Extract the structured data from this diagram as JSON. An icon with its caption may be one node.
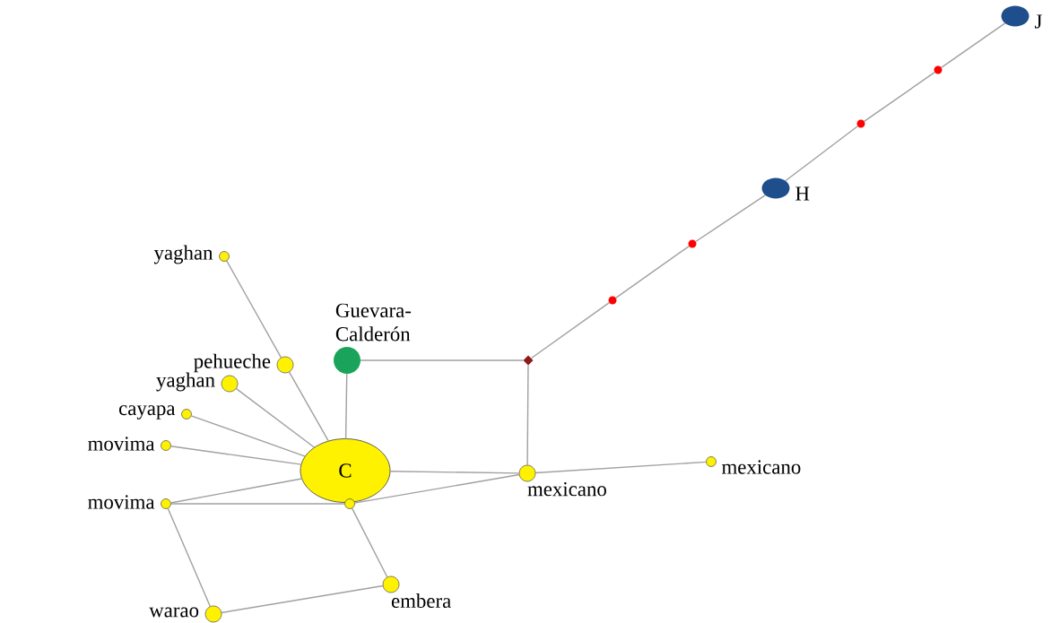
{
  "diagram": {
    "nodes": [
      {
        "text": [
          "yaghan"
        ]
      },
      {
        "text": [
          "pehueche"
        ]
      },
      {
        "text": [
          "yaghan"
        ]
      },
      {
        "text": [
          "cayapa"
        ]
      },
      {
        "text": [
          "movima"
        ]
      },
      {
        "text": [
          "C"
        ]
      },
      {
        "text": [
          "movima"
        ]
      },
      {
        "text": [],
        "shape": "circle"
      },
      {
        "text": [
          "Guevara-Calderón"
        ]
      },
      {
        "text": [],
        "shape": "diamond"
      },
      {
        "text": [
          "mexicano"
        ]
      },
      {
        "text": [
          "mexicano"
        ]
      },
      {
        "text": [
          "embera"
        ]
      },
      {
        "text": [
          "warao"
        ]
      },
      {
        "text": [],
        "shape": "circle"
      },
      {
        "text": [],
        "shape": "circle"
      },
      {
        "text": [
          "H"
        ]
      },
      {
        "text": [],
        "shape": "circle"
      },
      {
        "text": [],
        "shape": "circle"
      },
      {
        "text": [
          "J"
        ]
      }
    ],
    "edges": [
      {
        "from": 0,
        "to": 1,
        "arrow": "none"
      },
      {
        "from": 1,
        "to": 5,
        "arrow": "none"
      },
      {
        "from": 2,
        "to": 5,
        "arrow": "none"
      },
      {
        "from": 3,
        "to": 5,
        "arrow": "none"
      },
      {
        "from": 4,
        "to": 5,
        "arrow": "none"
      },
      {
        "from": 6,
        "to": 5,
        "arrow": "none"
      },
      {
        "from": 8,
        "to": 5,
        "arrow": "none"
      },
      {
        "from": 5,
        "to": 10,
        "arrow": "none"
      },
      {
        "from": 6,
        "to": 7,
        "arrow": "none"
      },
      {
        "from": 7,
        "to": 10,
        "arrow": "none"
      },
      {
        "from": 7,
        "to": 12,
        "arrow": "none"
      },
      {
        "from": 6,
        "to": 13,
        "arrow": "none"
      },
      {
        "from": 13,
        "to": 12,
        "arrow": "none"
      },
      {
        "from": 8,
        "to": 9,
        "arrow": "none"
      },
      {
        "from": 9,
        "to": 10,
        "arrow": "none"
      },
      {
        "from": 10,
        "to": 11,
        "arrow": "none"
      },
      {
        "from": 9,
        "to": 14,
        "arrow": "none"
      },
      {
        "from": 14,
        "to": 15,
        "arrow": "none"
      },
      {
        "from": 15,
        "to": 16,
        "arrow": "none"
      },
      {
        "from": 16,
        "to": 17,
        "arrow": "none"
      },
      {
        "from": 17,
        "to": 18,
        "arrow": "none"
      },
      {
        "from": 18,
        "to": 19,
        "arrow": "none"
      }
    ]
  }
}
